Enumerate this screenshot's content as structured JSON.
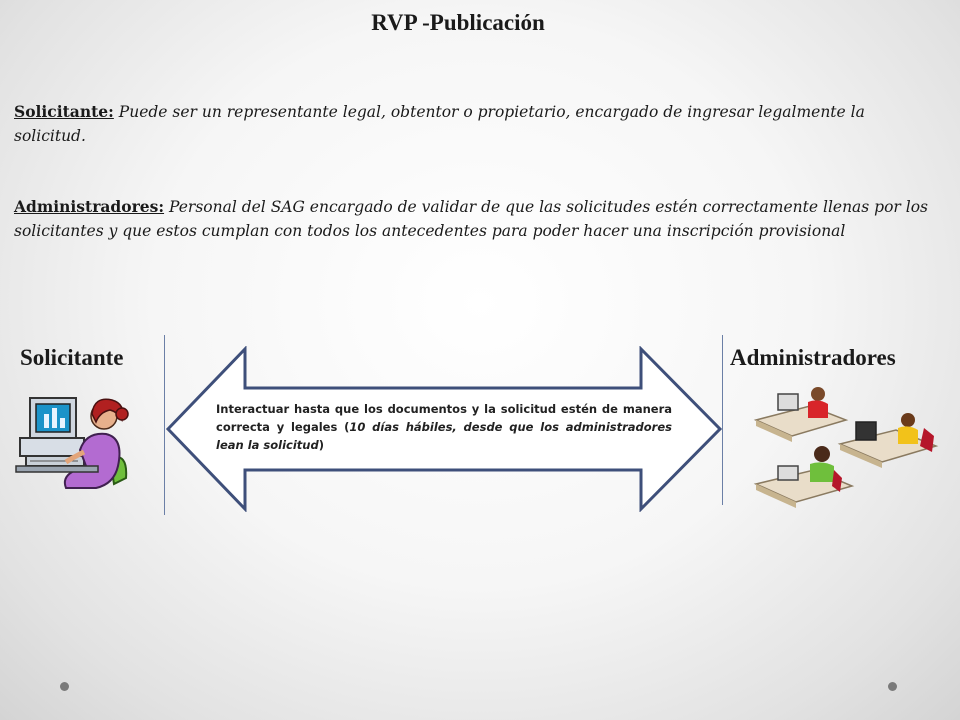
{
  "title": "RVP -Publicación",
  "solicitante_def": {
    "term": "Solicitante:",
    "text": "Puede ser un representante legal, obtentor o propietario, encargado de ingresar legalmente la solicitud."
  },
  "administradores_def": {
    "term": "Administradores:",
    "text": "Personal del SAG encargado de validar de que las solicitudes estén correctamente llenas por los solicitantes y que estos cumplan con todos los antecedentes para poder hacer una inscripción provisional"
  },
  "diagram": {
    "left_actor": "Solicitante",
    "right_actor": "Administradores",
    "arrow_text_main": "Interactuar hasta que los documentos y la solicitud estén de manera correcta y legales (",
    "arrow_text_italic": "10 días hábiles, desde que los administradores lean la solicitud",
    "arrow_text_close": ")"
  },
  "icons": {
    "left": "person-at-computer-icon",
    "right": "office-workers-at-desks-icon"
  }
}
